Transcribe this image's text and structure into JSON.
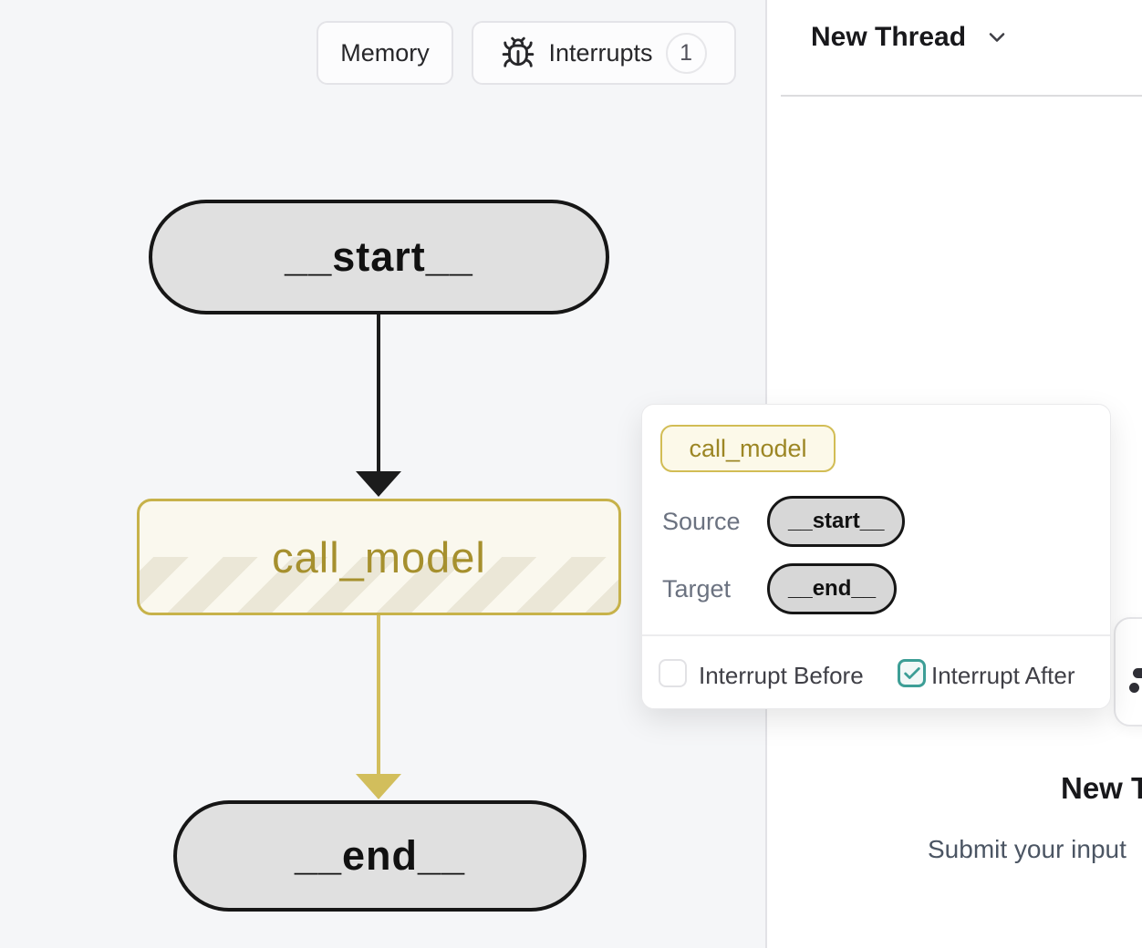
{
  "colors": {
    "canvas_bg": "#f5f6f8",
    "panel_bg": "#ffffff",
    "node_gray_fill": "#e0e0e0",
    "node_border_black": "#161616",
    "gold_border": "#c7b24a",
    "gold_text": "#a6902e",
    "gold_edge": "#d2be5c",
    "cream_fill": "#faf8ee",
    "stripe_beige": "#ebe7d7",
    "teal_accent": "#3d9e96",
    "divider_gray": "#dcdcde",
    "label_gray": "#6b7280"
  },
  "canvas": {
    "toolbar": {
      "memory_label": "Memory",
      "interrupts_label": "Interrupts",
      "interrupts_count": "1",
      "interrupts_icon": "bug-icon"
    },
    "graph": {
      "start_node_label": "__start__",
      "model_node_label": "call_model",
      "end_node_label": "__end__",
      "edges": [
        {
          "from": "__start__",
          "to": "call_model",
          "color": "#1c1c1c"
        },
        {
          "from": "call_model",
          "to": "__end__",
          "color": "#d2be5c"
        }
      ]
    }
  },
  "popover": {
    "node_badge_label": "call_model",
    "source_label": "Source",
    "source_value": "__start__",
    "target_label": "Target",
    "target_value": "__end__",
    "interrupt_before_label": "Interrupt Before",
    "interrupt_before_checked": false,
    "interrupt_after_label": "Interrupt After",
    "interrupt_after_checked": true,
    "checkmark_icon": "checkmark-icon"
  },
  "right_panel": {
    "thread_title": "New Thread",
    "thread_menu_icon": "chevron-down-icon",
    "empty_state_title": "New Thread",
    "empty_state_subtitle": "Submit your input",
    "actions_icon": "route-icon"
  }
}
